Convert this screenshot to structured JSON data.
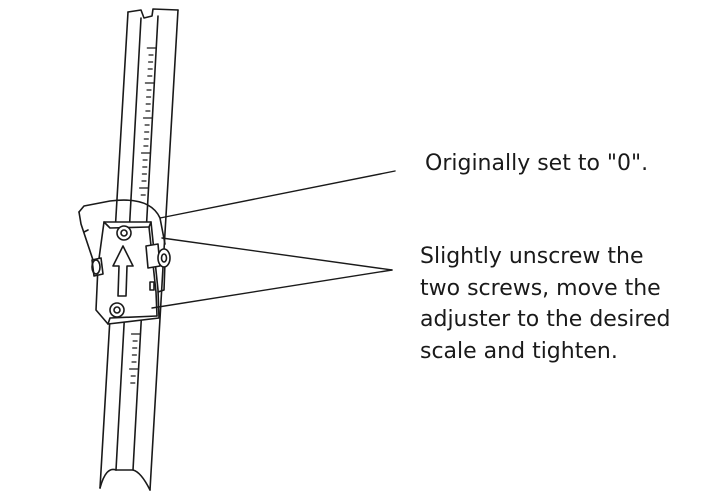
{
  "callouts": {
    "original": {
      "text": "Originally set to \"0\"."
    },
    "instruction": {
      "lines": [
        "Slightly unscrew the",
        "two screws, move the",
        "adjuster to the desired",
        "scale and tighten."
      ]
    }
  },
  "colors": {
    "stroke": "#1a1a1a",
    "background": "#ffffff"
  },
  "icons": {
    "direction": "up-arrow-icon",
    "fastener": "screw-icon"
  }
}
